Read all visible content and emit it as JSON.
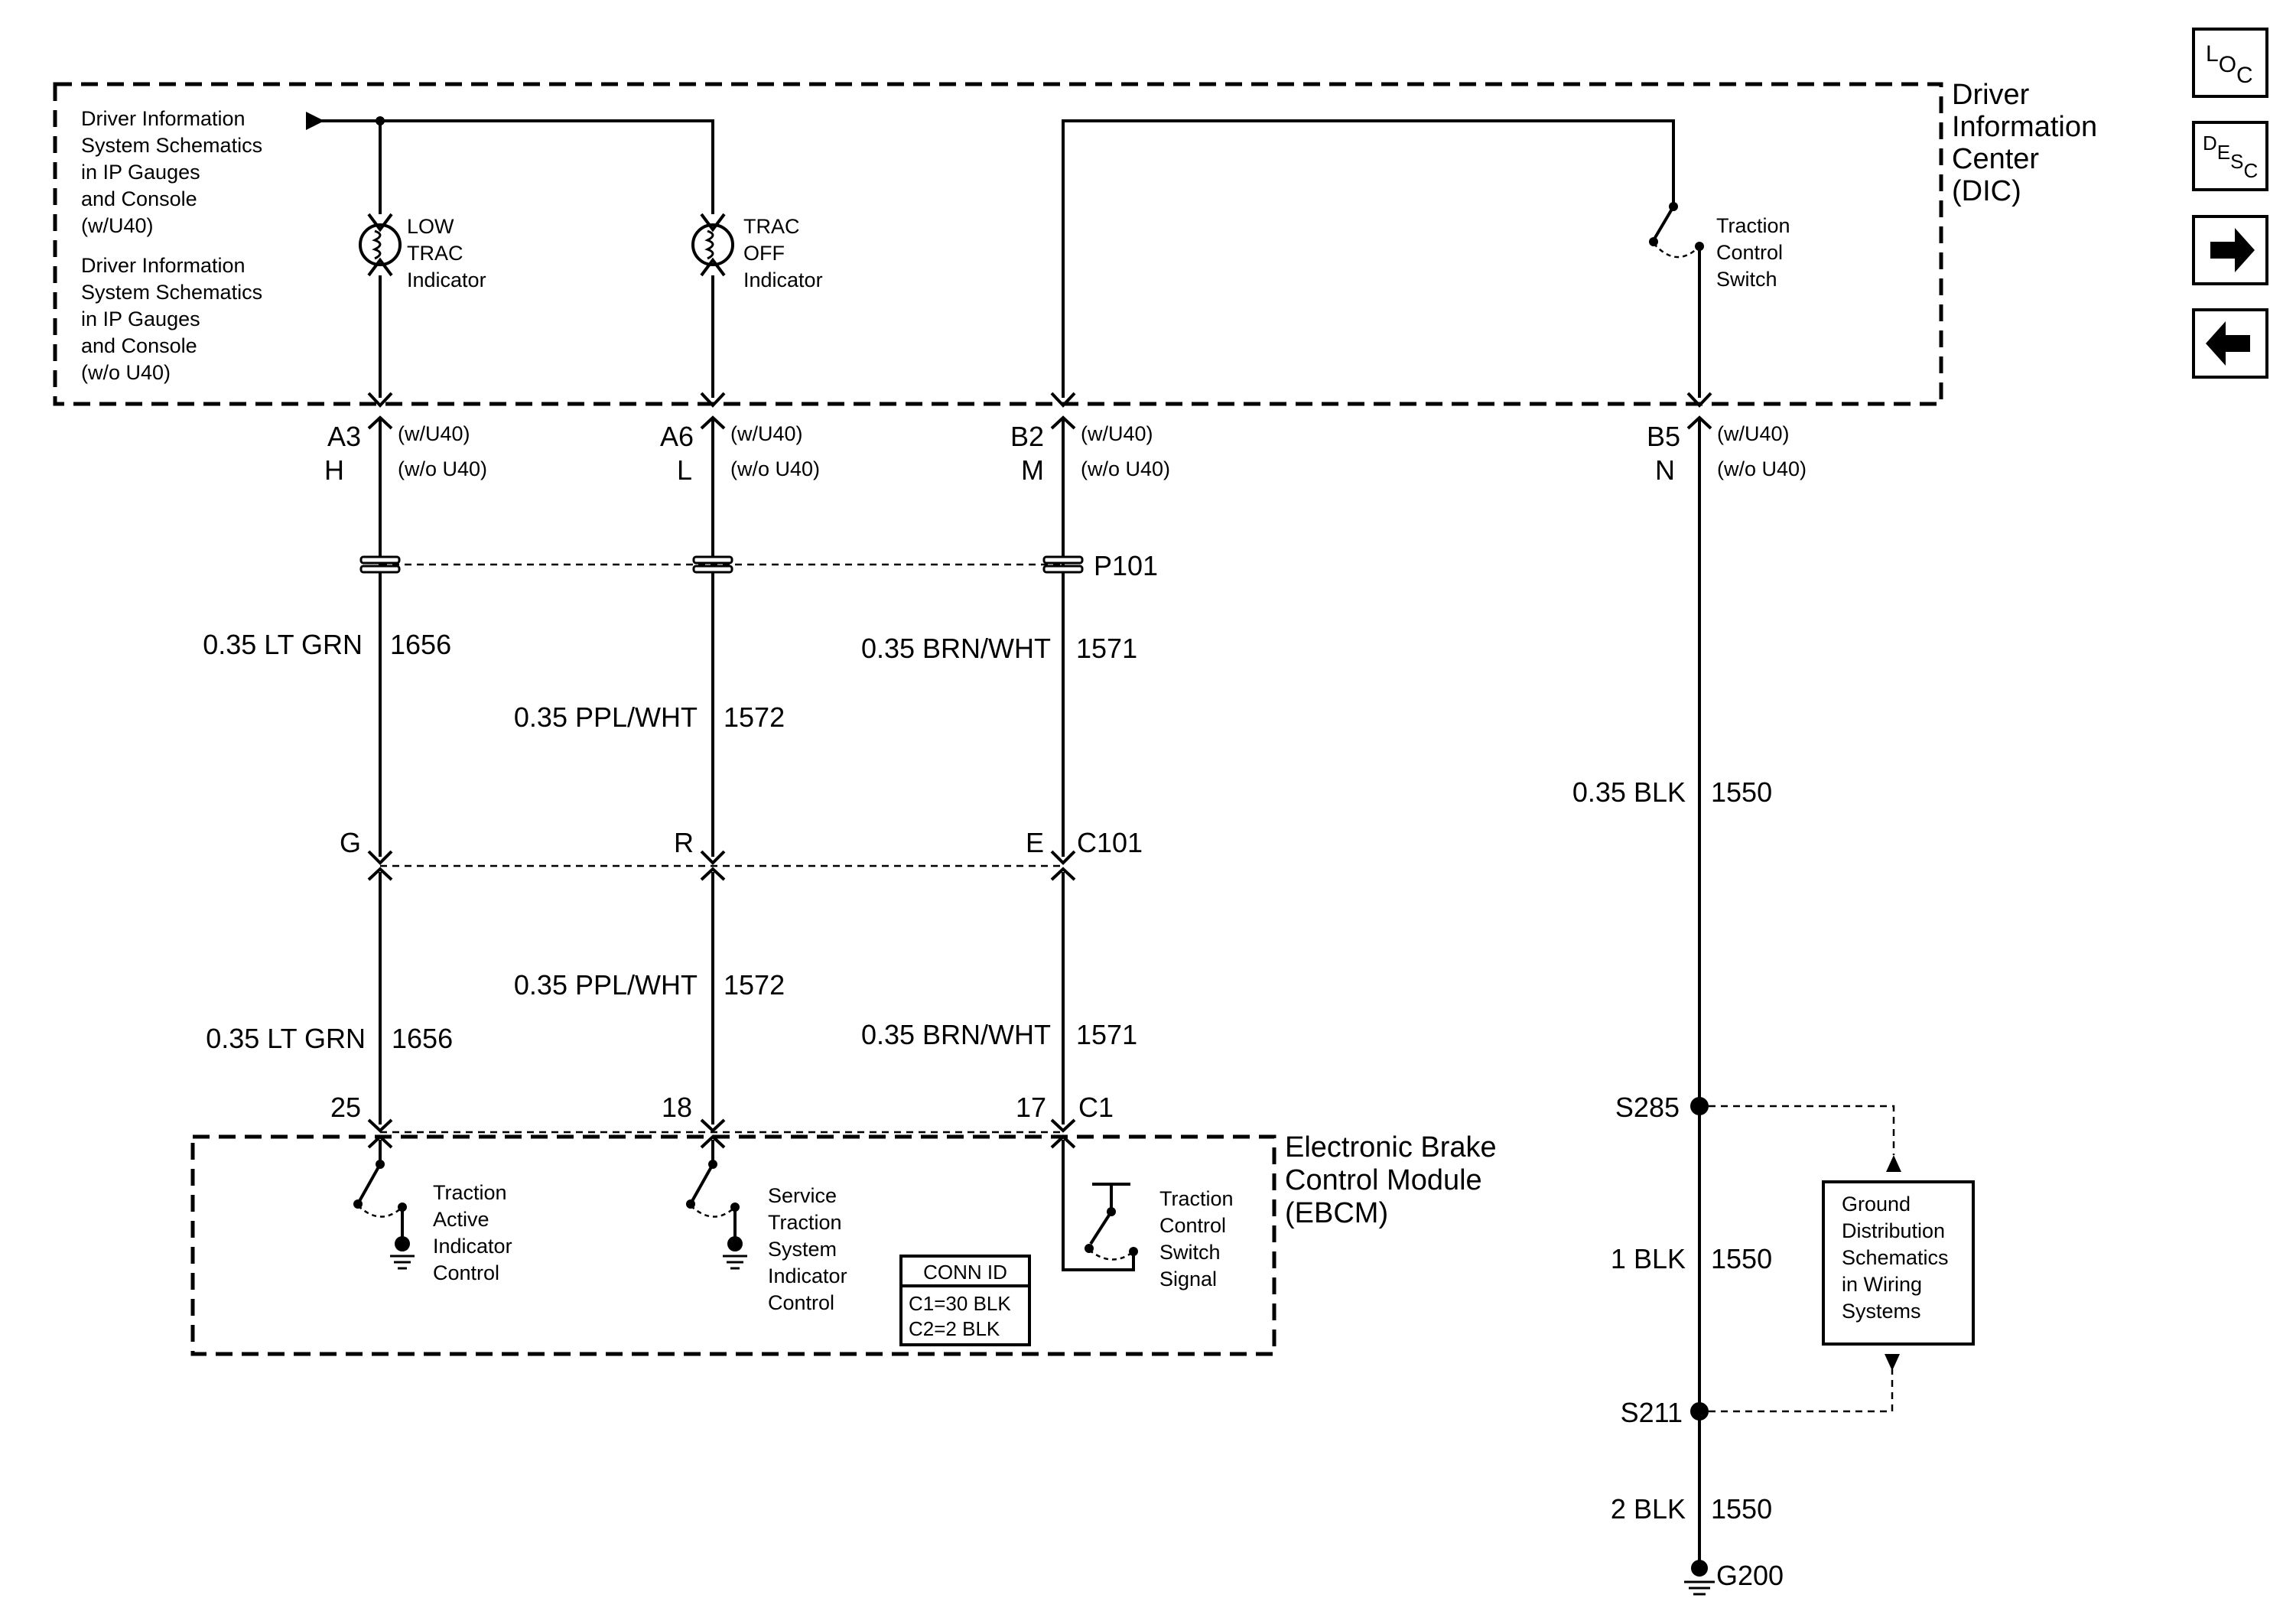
{
  "dic": {
    "title_lines": [
      "Driver",
      "Information",
      "Center",
      "(DIC)"
    ],
    "ref_with_u40": [
      "Driver Information",
      "System Schematics",
      "in IP Gauges",
      "and Console",
      "(w/U40)"
    ],
    "ref_without_u40": [
      "Driver Information",
      "System Schematics",
      "in IP Gauges",
      "and Console",
      "(w/o U40)"
    ],
    "low_trac_lines": [
      "LOW",
      "TRAC",
      "Indicator"
    ],
    "trac_off_lines": [
      "TRAC",
      "OFF",
      "Indicator"
    ],
    "switch_lines": [
      "Traction",
      "Control",
      "Switch"
    ]
  },
  "pins": {
    "a3": {
      "pin": "A3",
      "alt": "H",
      "opt1": "(w/U40)",
      "opt2": "(w/o U40)"
    },
    "a6": {
      "pin": "A6",
      "alt": "L",
      "opt1": "(w/U40)",
      "opt2": "(w/o U40)"
    },
    "b2": {
      "pin": "B2",
      "alt": "M",
      "opt1": "(w/U40)",
      "opt2": "(w/o U40)"
    },
    "b5": {
      "pin": "B5",
      "alt": "N",
      "opt1": "(w/U40)",
      "opt2": "(w/o U40)"
    }
  },
  "connectors": {
    "p101": "P101",
    "c101": "C101",
    "c1": "C1"
  },
  "c101_pins": {
    "g": "G",
    "r": "R",
    "e": "E"
  },
  "ebcm_pins": {
    "p25": "25",
    "p18": "18",
    "p17": "17"
  },
  "wires": {
    "w1_upper_color": "0.35 LT GRN",
    "w1_upper_circuit": "1656",
    "w2_upper_color": "0.35 PPL/WHT",
    "w2_upper_circuit": "1572",
    "w3_upper_color": "0.35 BRN/WHT",
    "w3_upper_circuit": "1571",
    "w4_color": "0.35 BLK",
    "w4_circuit": "1550",
    "w1_lower_color": "0.35 LT GRN",
    "w1_lower_circuit": "1656",
    "w2_lower_color": "0.35 PPL/WHT",
    "w2_lower_circuit": "1572",
    "w3_lower_color": "0.35 BRN/WHT",
    "w3_lower_circuit": "1571",
    "g1_color": "1 BLK",
    "g1_circuit": "1550",
    "g2_color": "2 BLK",
    "g2_circuit": "1550"
  },
  "ebcm": {
    "title_lines": [
      "Electronic Brake",
      "Control Module",
      "(EBCM)"
    ],
    "traction_active_lines": [
      "Traction",
      "Active",
      "Indicator",
      "Control"
    ],
    "service_traction_lines": [
      "Service",
      "Traction",
      "System",
      "Indicator",
      "Control"
    ],
    "switch_signal_lines": [
      "Traction",
      "Control",
      "Switch",
      "Signal"
    ],
    "conn_id_title": "CONN ID",
    "conn_id_rows": [
      "C1=30 BLK",
      "C2=2 BLK"
    ]
  },
  "splices": {
    "s285": "S285",
    "s211": "S211",
    "g200": "G200"
  },
  "ground_ref_lines": [
    "Ground",
    "Distribution",
    "Schematics",
    "in Wiring",
    "Systems"
  ],
  "nav": {
    "loc": "LOC",
    "desc": "DESC",
    "next": "next-arrow-icon",
    "prev": "prev-arrow-icon"
  }
}
